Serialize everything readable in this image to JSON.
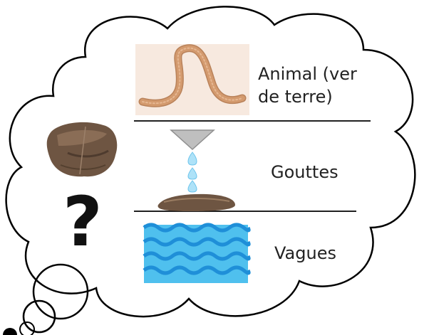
{
  "labels": {
    "worm_line1": "Animal (ver",
    "worm_line2": "de terre)",
    "drops": "Gouttes",
    "waves": "Vagues"
  },
  "question_mark": "?",
  "icons": {
    "worm": "earthworm-icon",
    "rock": "rock-icon",
    "funnel": "funnel-icon",
    "drops": "water-drops-icon",
    "waves": "water-waves-icon",
    "question": "question-mark-icon"
  },
  "colors": {
    "outline": "#000000",
    "worm": "#d39a6e",
    "worm_background": "#f7e9df",
    "water": "#4fc0ee",
    "water_dark": "#1f8fd8",
    "drop": "#aee2f8",
    "rock": "#6e5542",
    "funnel": "#bfbfbf"
  }
}
